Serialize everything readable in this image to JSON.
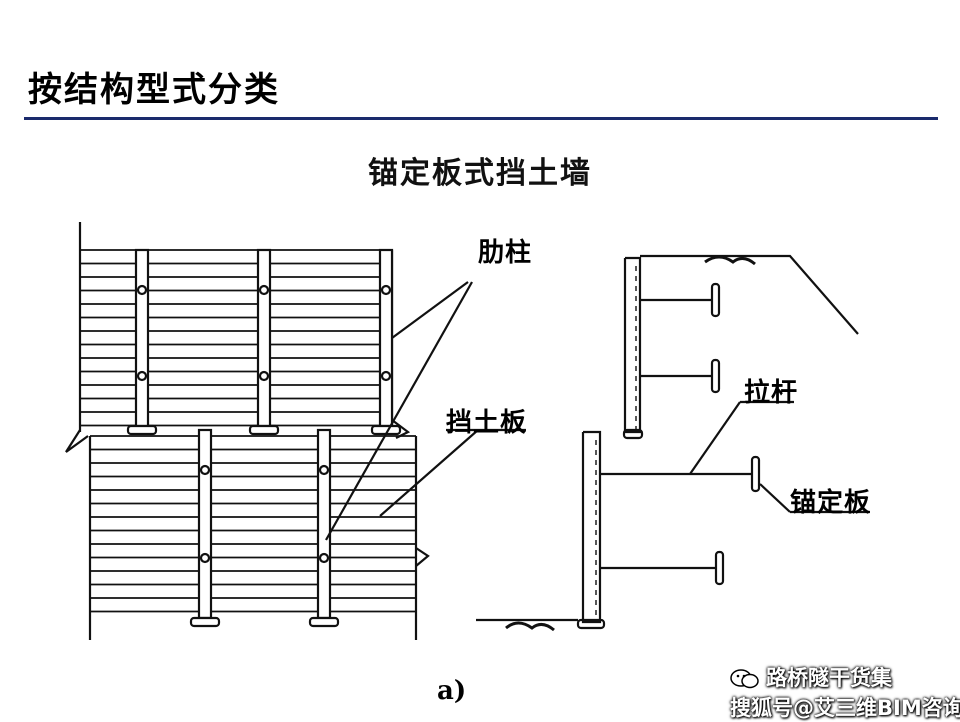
{
  "slide": {
    "title": "按结构型式分类",
    "heading": "锚定板式挡土墙"
  },
  "labels": {
    "rib_column": "肋柱",
    "retaining_plate": "挡土板",
    "tie_rod": "拉杆",
    "anchor_plate": "锚定板",
    "figure": "a)"
  },
  "watermark": {
    "line1": "路桥隧干货集",
    "line2": "搜狐号@艾三维BIM咨询"
  },
  "colors": {
    "title_rule": "#1a2a6c",
    "ink": "#111111"
  }
}
